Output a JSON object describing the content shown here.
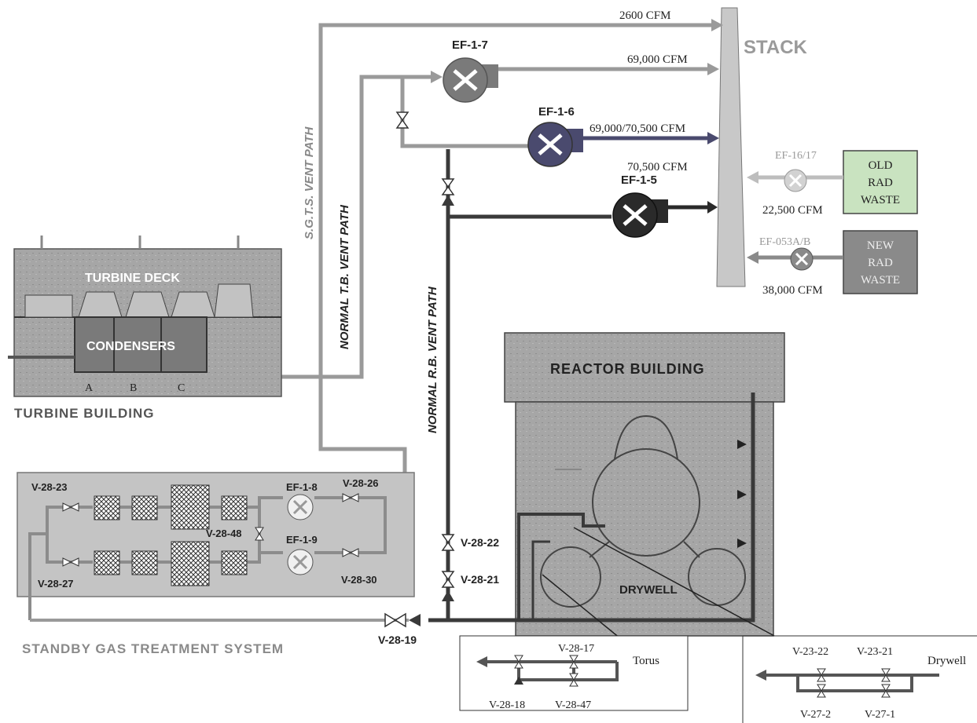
{
  "stack": {
    "label": "STACK"
  },
  "flows": {
    "sgts": "2600 CFM",
    "ef17": "69,000 CFM",
    "ef16": "69,000/70,500 CFM",
    "ef15": "70,500 CFM",
    "old_rad": "22,500 CFM",
    "new_rad": "38,000 CFM"
  },
  "fans": {
    "ef17": "EF-1-7",
    "ef16": "EF-1-6",
    "ef15": "EF-1-5",
    "ef1617": "EF-16/17",
    "ef053": "EF-053A/B",
    "ef18": "EF-1-8",
    "ef19": "EF-1-9"
  },
  "boxes": {
    "old_rad": [
      "OLD",
      "RAD",
      "WASTE"
    ],
    "new_rad": [
      "NEW",
      "RAD",
      "WASTE"
    ]
  },
  "paths": {
    "sgts": "S.G.T.S. VENT PATH",
    "tb": "NORMAL T.B. VENT PATH",
    "rb": "NORMAL R.B. VENT PATH"
  },
  "turbine": {
    "deck": "TURBINE DECK",
    "condensers": "CONDENSERS",
    "a": "A",
    "b": "B",
    "c": "C",
    "building": "TURBINE BUILDING"
  },
  "reactor": {
    "title": "REACTOR BUILDING",
    "drywell": "DRYWELL"
  },
  "sgts_system": {
    "title": "STANDBY GAS TREATMENT SYSTEM"
  },
  "valves": {
    "v2823": "V-28-23",
    "v2827": "V-28-27",
    "v2826": "V-28-26",
    "v2830": "V-28-30",
    "v2848": "V-28-48",
    "v2822": "V-28-22",
    "v2821": "V-28-21",
    "v2819": "V-28-19",
    "v2817": "V-28-17",
    "v2818": "V-28-18",
    "v2847": "V-28-47",
    "v2322": "V-23-22",
    "v2321": "V-23-21",
    "v272": "V-27-2",
    "v271": "V-27-1"
  },
  "insets": {
    "torus": "Torus",
    "drywell": "Drywell"
  },
  "colors": {
    "pipe_gray": "#9a9a9a",
    "pipe_dark": "#3a3a3a",
    "building": "#9c9c9c",
    "stack": "#c8c8c8",
    "old_rad_fill": "#c9e3c0",
    "new_rad_fill": "#8a8a8a",
    "fan_ef17": "#7a7a7a",
    "fan_ef16": "#4a4a6e",
    "fan_ef15": "#2a2a2a"
  }
}
